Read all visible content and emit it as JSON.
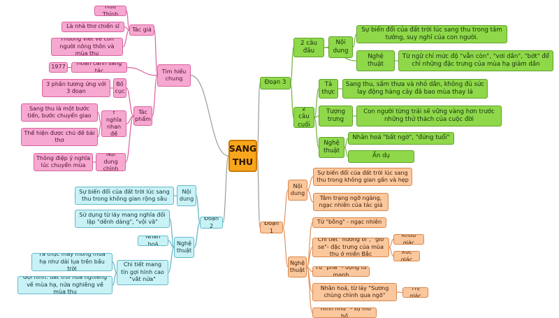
{
  "root": "SANG THU",
  "colors": {
    "pink": "#f7a8d0",
    "green": "#8fd84a",
    "peach": "#fbc79d",
    "cyan": "#c9f2f6",
    "root": "#f8a61c",
    "link_pink": "#d9629f",
    "link_green": "#6fb234",
    "link_peach": "#e09460",
    "link_cyan": "#5fb3c2",
    "link_root": "#9a9a9a"
  },
  "nodes": {
    "tim_hieu_chung": "Tìm hiểu chung",
    "tac_gia": "Tác giả",
    "huu_thinh": "Hữu Thỉnh",
    "chien_si": "Là nhà thơ chiến sĩ",
    "thuong_viet": "Thường viết về con người nông thôn và mùa thu",
    "nam_1977": "1977",
    "hoan_canh": "Hoàn cảnh sáng tác",
    "tac_pham": "Tác phẩm",
    "bo_cuc": "Bố cục",
    "ba_phan": "3 phần tương ứng với 3 đoạn",
    "y_nghia_nhan_de": "Ý nghĩa nhan đề",
    "buoc_tien": "Sang thu là một bước tiến, bước chuyển giao",
    "the_hien": "Thể hiện được chủ đề bài thơ",
    "noi_dung_chinh": "Nội dung chính",
    "thong_diep": "Thông điệp ý nghĩa lúc chuyển mùa",
    "doan3": "Đoạn 3",
    "hai_cau_dau": "2 câu đầu",
    "d3_noi_dung": "Nội dung",
    "su_bien_doi_tam_tuong": "Sự biến đổi của đất trời lúc sang thu trong tâm tưởng, suy nghĩ của con người.",
    "d3_nghe_thuat_1": "Nghệ thuật",
    "tu_ngu_muc_do": "Từ ngữ chỉ mức độ \"vẫn còn\", \"vơi dần\", \"bớt\" để chỉ những đặc trưng của mùa hạ giảm dần",
    "hai_cau_cuoi": "2 câu cuối",
    "ta_thuc": "Tả thực",
    "sang_thu_sam": "Sang thu, sấm thưa và nhỏ dần, không đủ sức lay động hàng cây đã bao mùa thay lá",
    "tuong_trung": "Tượng trưng",
    "con_nguoi_trai": "Con người từng trải sẽ vững vàng hơn trước những thử thách của cuộc đời",
    "d3_nghe_thuat_2": "Nghệ thuật",
    "nhan_hoa_bat_ngo": "Nhân hoá \"bất ngờ\", \"đứng tuổi\"",
    "an_du": "Ẩn dụ",
    "doan2": "Đoạn 2",
    "d2_noi_dung": "Nội dung",
    "khong_gian_rong": "Sự biến đổi của đất trời lúc sang thu trong không gian rộng sâu",
    "d2_nghe_thuat": "Nghệ thuật",
    "tu_lay_doi_lap": "Sử dụng từ láy mang nghĩa đối lập \"dềnh dàng\", \"vội vã\"",
    "d2_nhan_hoa": "Nhân hoá",
    "chi_tiet_mang_tin": "Chi tiết mang tín gợi hình cao \"vắt nửa\"",
    "ta_thuc_may": "Tả thực mây mồng mùa hạ như dải lụa trên bầu trời",
    "goi_hinh": "Gợi hình: đất trời nửa nghiêng về mùa hạ, nửa nghiêng về mùa thu",
    "doan1": "Đoạn 1",
    "d1_noi_dung": "Nội dung",
    "khong_gian_gan": "Sự biến đổi của đất trời lúc sang thu trong không gian gần và hẹp",
    "tam_trang": "Tâm trạng ngỡ ngàng, ngạc nhiên của tác giả",
    "d1_nghe_thuat": "Nghệ thuật",
    "tu_bong": "Từ \"bỗng\" - ngạc nhiên",
    "chi_tiet_huong_oi": "Chi tiết \"hương ổi\", \"gió se\"- đặc trưng của mùa thu ở miền Bắc",
    "khuu_giac": "Khứu giác",
    "xuc_giac": "Xúc giác",
    "tu_pha": "Từ \"phả\" - động từ mạnh",
    "nhan_hoa_tu_lay": "Nhân hoá, từ láy \"Sương chùng chình qua ngõ\"",
    "thi_giac": "Thị giác",
    "hinh_nhu": "\"Hình như\" - sự mơ hồ"
  }
}
